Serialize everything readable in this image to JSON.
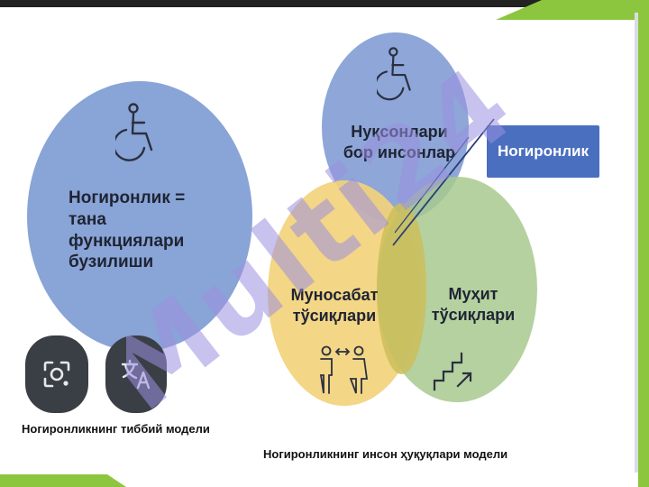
{
  "diagram": {
    "medical_model_text": "Ногиронлик = тана функциялари бузилиши",
    "disabled_people": "Нуқсонлари бор инсонлар",
    "attitude_barriers": "Муносабат тўсиқлари",
    "environment_barriers": "Муҳит тўсиқлари",
    "nogironlik_label": "Ногиронлик",
    "caption_medical": "Ногиронликнинг тиббий модели",
    "caption_human_rights": "Ногиронликнинг инсон ҳуқуқлари модели",
    "watermark_text": "Multi24"
  },
  "icons": [
    "wheelchair-icon",
    "wheelchair-icon",
    "people-arrows-icon",
    "stairs-icon",
    "google-lens-icon",
    "translate-icon"
  ],
  "colors": {
    "medical_circle": "#7f9cd2",
    "disabled_circle": "#8ea6d8",
    "attitude_circle": "#f2d27c",
    "environment_circle": "#a8c98e",
    "nogironlik_box": "#4a6fbf",
    "slide_accent": "#8cc63f",
    "watermark": "#9a8fe0"
  }
}
